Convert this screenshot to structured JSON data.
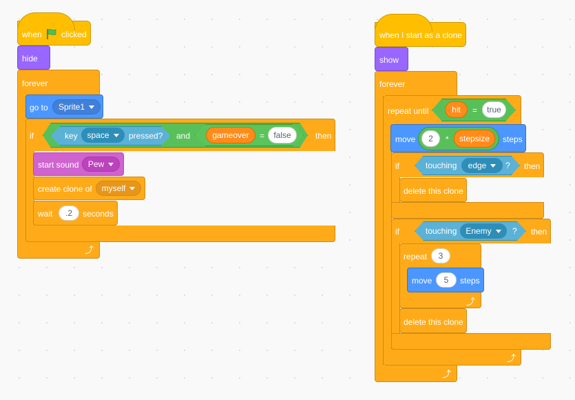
{
  "script1": {
    "when": "when",
    "clicked": "clicked",
    "hide": "hide",
    "forever": "forever",
    "goto": "go to",
    "goto_target": "Sprite1",
    "if": "if",
    "key": "key",
    "key_value": "space",
    "pressed": "pressed?",
    "and": "and",
    "var_gameover": "gameover",
    "equals": "=",
    "false_value": "false",
    "then": "then",
    "start_sound": "start sound",
    "sound_value": "Pew",
    "create_clone": "create clone of",
    "clone_target": "myself",
    "wait": "wait",
    "wait_value": ".2",
    "seconds": "seconds"
  },
  "script2": {
    "when_clone": "when I start as a clone",
    "show": "show",
    "forever": "forever",
    "repeat_until": "repeat until",
    "var_hit": "hit",
    "equals": "=",
    "true_value": "true",
    "move": "move",
    "move_factor": "2",
    "times": "*",
    "var_stepsize": "stepsize",
    "steps": "steps",
    "if": "if",
    "touching": "touching",
    "touch_edge": "edge",
    "question": "?",
    "then": "then",
    "delete_clone": "delete this clone",
    "touch_enemy": "Enemy",
    "repeat": "repeat",
    "repeat_value": "3",
    "move_value": "5"
  },
  "colors": {
    "events": "#ffbf00",
    "control": "#ffab19",
    "looks": "#9966ff",
    "motion": "#4c97ff",
    "sound": "#cf63cf",
    "operators": "#59c059",
    "sensing": "#5cb1d6",
    "variables": "#ff8c1a"
  }
}
